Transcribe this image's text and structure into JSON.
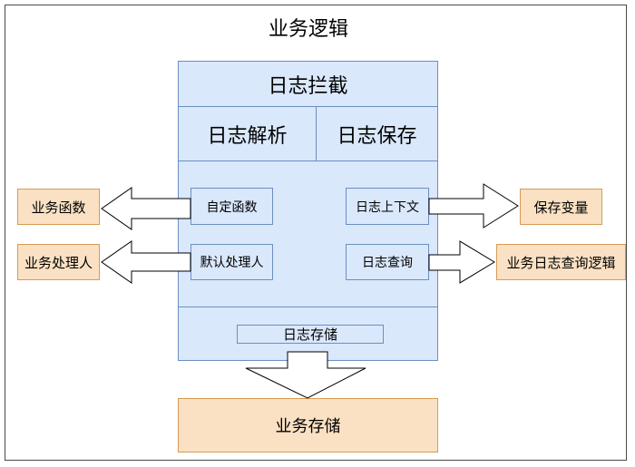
{
  "diagram": {
    "title": "业务逻辑",
    "interceptor": {
      "header": "日志拦截",
      "parse": "日志解析",
      "save": "日志保存",
      "custom_function": "自定函数",
      "default_handler": "默认处理人",
      "log_context": "日志上下文",
      "log_query": "日志查询",
      "storage": "日志存储"
    },
    "outputs": {
      "business_function": "业务函数",
      "business_handler": "业务处理人",
      "save_variable": "保存变量",
      "business_log_query_logic": "业务日志查询逻辑",
      "business_storage": "业务存储"
    },
    "colors": {
      "blue_fill": "#dae8fc",
      "blue_stroke": "#6c8ebf",
      "orange_fill": "#fae1c3",
      "orange_stroke": "#d79b52"
    }
  }
}
